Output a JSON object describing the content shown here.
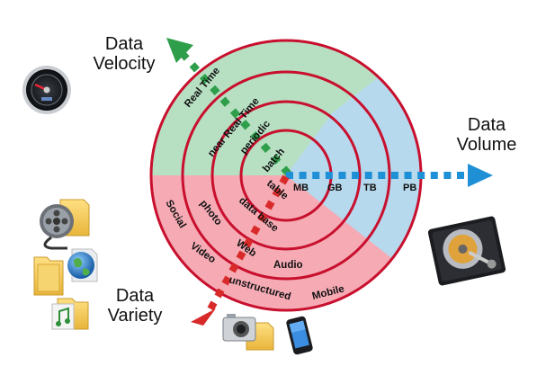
{
  "axes": {
    "velocity": {
      "title_line1": "Data",
      "title_line2": "Velocity",
      "color": "#2e9e4a"
    },
    "volume": {
      "title_line1": "Data",
      "title_line2": "Volume",
      "color": "#1f8fd6"
    },
    "variety": {
      "title_line1": "Data",
      "title_line2": "Variety",
      "color": "#d92a2a"
    }
  },
  "velocity_levels": [
    "Real Time",
    "near Real Time",
    "periodic",
    "batch"
  ],
  "volume_levels": [
    "MB",
    "GB",
    "TB",
    "PB"
  ],
  "variety_levels": [
    "table",
    "data base",
    "photo",
    "Web",
    "Audio",
    "Social",
    "Video",
    "unstructured",
    "Mobile"
  ],
  "sector_colors": {
    "velocity": "#b7e0c3",
    "volume": "#b6d9ee",
    "variety": "#f5aab4"
  },
  "ring_color": "#c8102e",
  "icons": [
    "speedometer-icon",
    "hard-drive-icon",
    "film-reel-icon",
    "folder-icon",
    "globe-icon",
    "music-file-icon",
    "camera-icon",
    "smartphone-icon"
  ]
}
